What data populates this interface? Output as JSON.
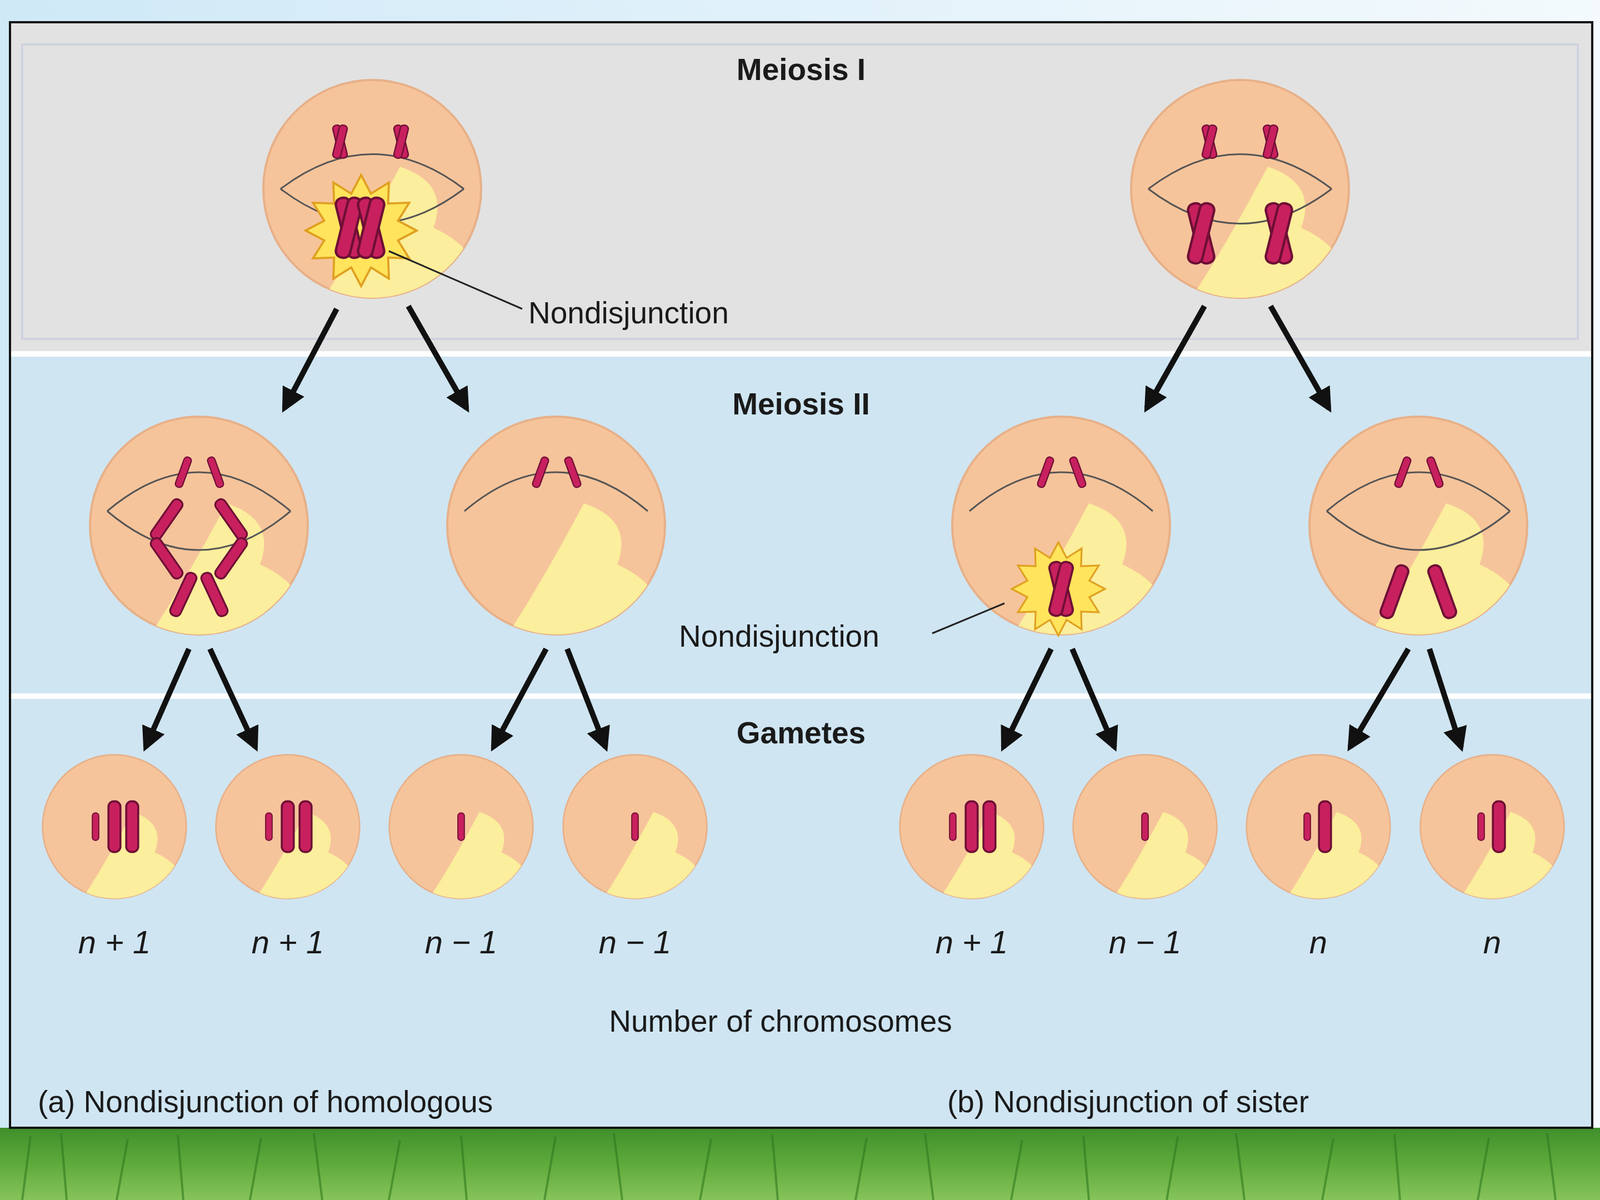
{
  "diagram": {
    "nodes": [
      {
        "text": [
          "Meiosis I"
        ]
      },
      {
        "text": [
          "Meiosis II"
        ]
      },
      {
        "text": [
          "Gametes"
        ]
      },
      {
        "text": [
          "n + 1"
        ],
        "in": 2
      },
      {
        "text": [
          "n + 1"
        ],
        "in": 2
      },
      {
        "text": [
          "n − 1"
        ],
        "in": 2
      },
      {
        "text": [
          "n − 1"
        ],
        "in": 2
      },
      {
        "text": [
          "n + 1"
        ],
        "in": 2
      },
      {
        "text": [
          "n − 1"
        ],
        "in": 2
      },
      {
        "text": [
          "n"
        ],
        "in": 2
      },
      {
        "text": [
          "n"
        ],
        "in": 2
      }
    ],
    "labels": [
      "Nondisjunction",
      "Nondisjunction",
      "Number of chromosomes",
      "(a) Nondisjunction of homologous",
      "(b) Nondisjunction of sister"
    ]
  }
}
